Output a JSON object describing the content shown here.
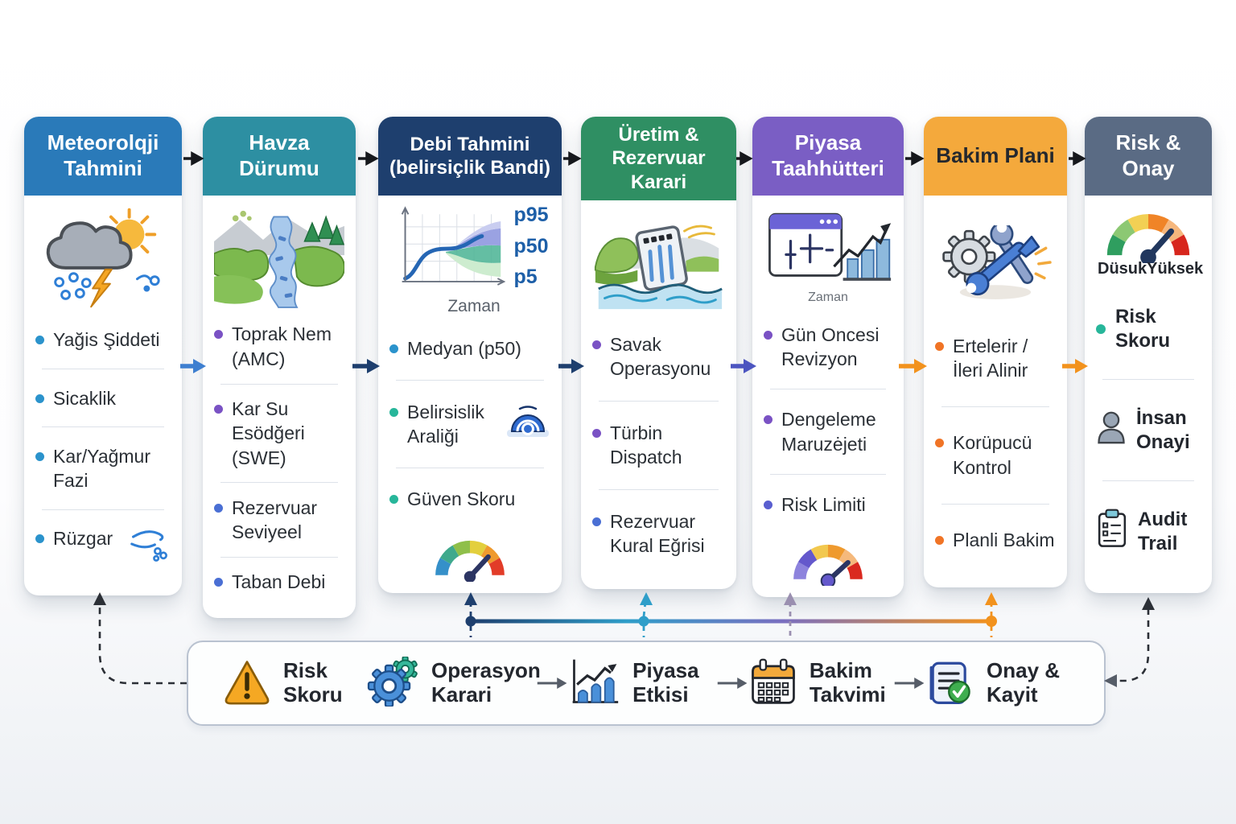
{
  "columns": [
    {
      "title": "Meteorolqji Tahmini",
      "header_color": "#2a7ab9",
      "items": [
        {
          "label": "Yağis Şiddeti"
        },
        {
          "label": "Sicaklik"
        },
        {
          "label": "Kar/Yağmur Fazi"
        },
        {
          "label": "Rüzgar"
        }
      ]
    },
    {
      "title": "Havza Dürumu",
      "header_color": "#2d8fa2",
      "items": [
        {
          "label": "Toprak Nem (AMC)"
        },
        {
          "label": "Kar Su Esödğeri (SWE)"
        },
        {
          "label": "Rezervuar Seviyeel"
        },
        {
          "label": "Taban Debi"
        }
      ]
    },
    {
      "title": "Debi Tahmini (belirsiçlik Bandi)",
      "header_color": "#1e3f6e",
      "chart": {
        "band_labels": [
          "p95",
          "p50",
          "p5"
        ],
        "xlabel": "Zaman"
      },
      "items": [
        {
          "label": "Medyan (p50)"
        },
        {
          "label": "Belirsislik Araliği"
        },
        {
          "label": "Güven Skoru"
        }
      ]
    },
    {
      "title": "Üretim & Rezervuar Karari",
      "header_color": "#2f8f63",
      "items": [
        {
          "label": "Savak Operasyonu"
        },
        {
          "label": "Türbin Dispatch"
        },
        {
          "label": "Rezervuar Kural Eğrisi"
        }
      ]
    },
    {
      "title": "Piyasa Taahhütteri",
      "header_color": "#7a5ec4",
      "caption": "Zaman",
      "items": [
        {
          "label": "Gün Oncesi Revizyon"
        },
        {
          "label": "Dengeleme Maruzėjeti"
        },
        {
          "label": "Risk Limiti"
        }
      ]
    },
    {
      "title": "Bakim Plani",
      "header_color": "#f4a93c",
      "items": [
        {
          "label": "Ertelerir / İleri Alinir"
        },
        {
          "label": "Korüpucü Kontrol"
        },
        {
          "label": "Planli Bakim"
        }
      ]
    },
    {
      "title": "Risk & Onay",
      "header_color": "#5a6b84",
      "gauge": {
        "low": "Düsuk",
        "high": "Yüksek"
      },
      "items": [
        {
          "label": "Risk Skoru"
        },
        {
          "label": "İnsan Onayi"
        },
        {
          "label": "Audit Trail"
        }
      ]
    }
  ],
  "bottom_bar": {
    "items": [
      {
        "label": "Risk Skoru"
      },
      {
        "label": "Operasyon Karari"
      },
      {
        "label": "Piyasa Etkisi"
      },
      {
        "label": "Bakim Takvimi"
      },
      {
        "label": "Onay & Kayit"
      }
    ]
  },
  "palette": {
    "header_blue": "#2a7ab9",
    "header_teal": "#2d8fa2",
    "header_navy": "#1e3f6e",
    "header_green": "#2f8f63",
    "header_purple": "#7a5ec4",
    "header_amber": "#f4a93c",
    "header_slate": "#5a6b84",
    "arrow_blue": "#3e7fd0",
    "arrow_navy": "#1e3f6e",
    "arrow_indigo": "#4c55c0",
    "arrow_orange": "#f2921d",
    "bullet_teal": "#2b93cc",
    "bullet_purple": "#7a52c4",
    "bullet_blue": "#4a6fd4",
    "bullet_orange": "#f07426",
    "bullet_tealgreen": "#27b69a",
    "bullet_indigo": "#5a5fd0",
    "band_p95": "#9aa2e2",
    "band_p50": "#49b393",
    "band_p5": "#cdeccf",
    "median_line": "#2566b4",
    "feedback_cyan": "#2f9ec9",
    "feedback_mauve": "#9a8fb0"
  }
}
